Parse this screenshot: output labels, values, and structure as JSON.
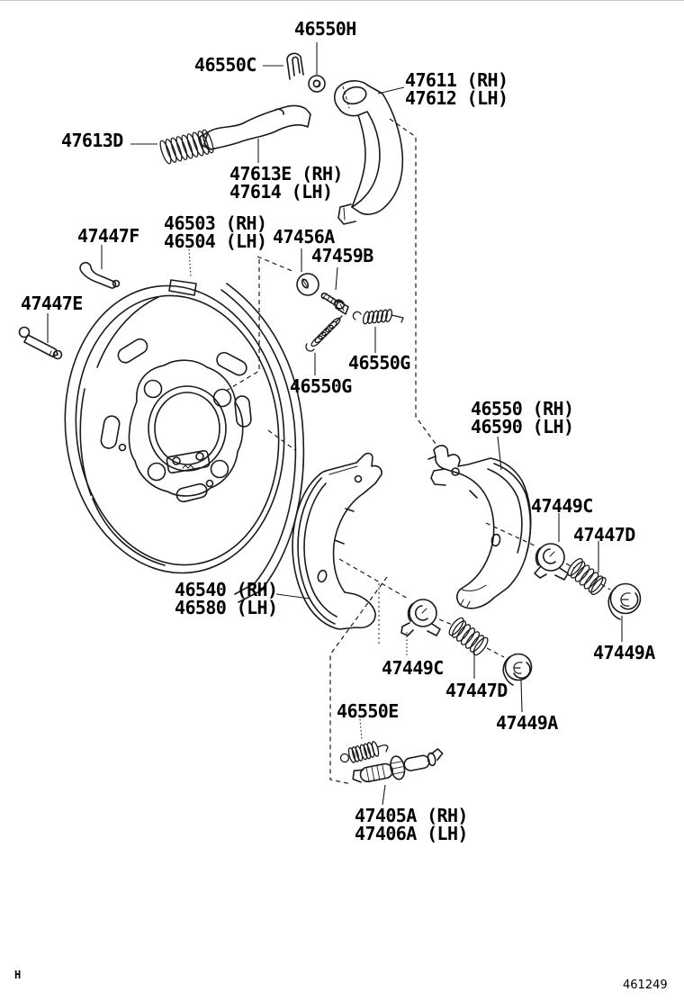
{
  "figure": {
    "kind": "exploded-parts-diagram",
    "subject": "rear drum parking brake assembly",
    "footer": {
      "page_mark": "H",
      "figure_number": "461249"
    },
    "parts": [
      {
        "id": "adjust-nut",
        "label": "46550H"
      },
      {
        "id": "clip",
        "label": "46550C"
      },
      {
        "id": "parking-lever",
        "label": "47611 (RH)",
        "label_alt": "47612 (LH)"
      },
      {
        "id": "tension-spring",
        "label": "47613D"
      },
      {
        "id": "strut",
        "label": "47613E (RH)",
        "label_alt": "47614 (LH)"
      },
      {
        "id": "backing-plate",
        "label": "46503 (RH)",
        "label_alt": "46504 (LH)"
      },
      {
        "id": "wire-clip",
        "label": "47447F"
      },
      {
        "id": "washer",
        "label": "47456A"
      },
      {
        "id": "bolt",
        "label": "47459B"
      },
      {
        "id": "anchor-bolt",
        "label": "47447E"
      },
      {
        "id": "return-spring-upper",
        "label": "46550G"
      },
      {
        "id": "return-spring-lower",
        "label": "46550G"
      },
      {
        "id": "brake-shoe-rear",
        "label": "46550 (RH)",
        "label_alt": "46590 (LH)"
      },
      {
        "id": "hold-cam-upper",
        "label": "47449C"
      },
      {
        "id": "hold-spring-upper",
        "label": "47447D"
      },
      {
        "id": "hold-plug-right",
        "label": "47449A"
      },
      {
        "id": "brake-shoe-front",
        "label": "46540 (RH)",
        "label_alt": "46580 (LH)"
      },
      {
        "id": "hold-cam-lower",
        "label": "47449C"
      },
      {
        "id": "hold-spring-lower",
        "label": "47447D"
      },
      {
        "id": "hold-plug-lower",
        "label": "47449A"
      },
      {
        "id": "adjuster-spring",
        "label": "46550E"
      },
      {
        "id": "shoe-adjuster",
        "label": "47405A (RH)",
        "label_alt": "47406A (LH)"
      }
    ]
  }
}
